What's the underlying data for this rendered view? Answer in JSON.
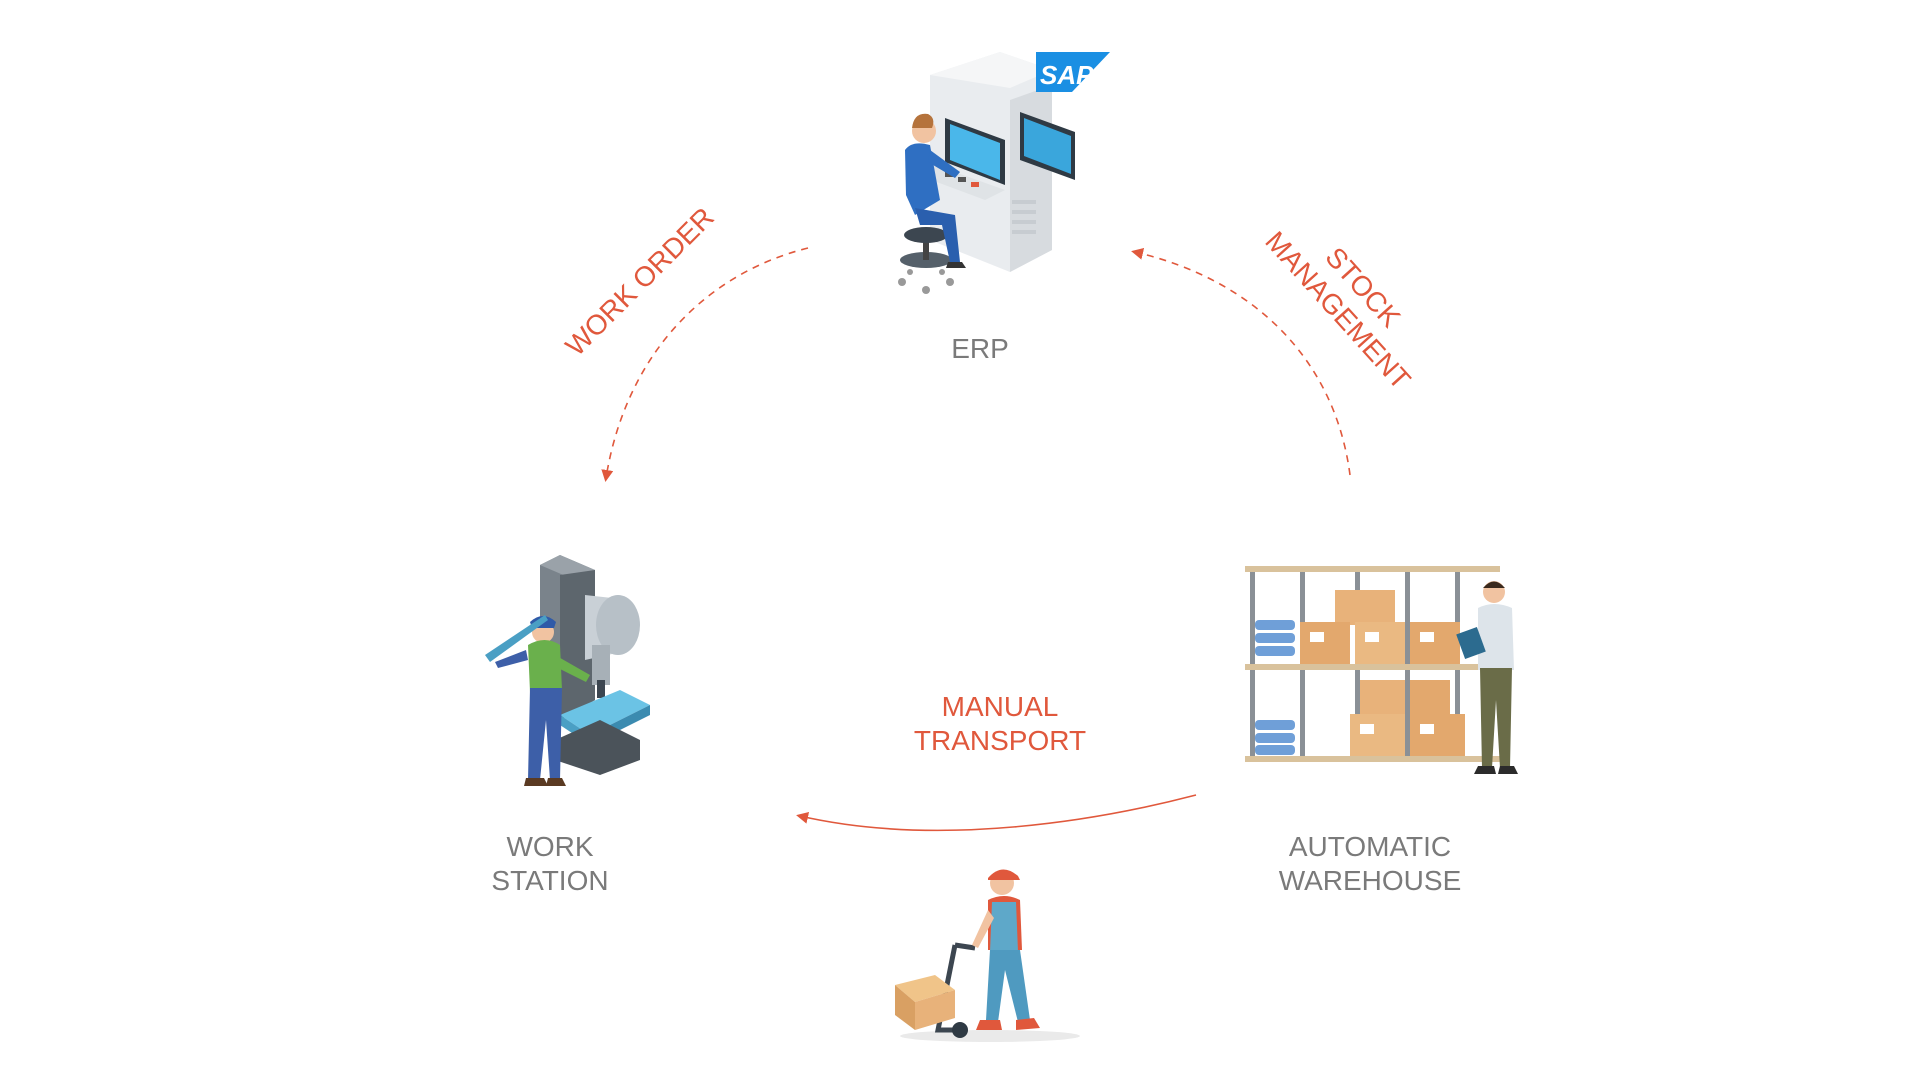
{
  "nodes": {
    "erp": {
      "label": "ERP",
      "logo_text": "SAP"
    },
    "work_station": {
      "line1": "WORK",
      "line2": "STATION"
    },
    "warehouse": {
      "line1": "AUTOMATIC",
      "line2": "WAREHOUSE"
    }
  },
  "edges": {
    "work_order": {
      "label": "WORK ORDER"
    },
    "stock_management": {
      "line1": "STOCK",
      "line2": "MANAGEMENT"
    },
    "manual_transport": {
      "line1": "MANUAL",
      "line2": "TRANSPORT"
    }
  },
  "colors": {
    "accent": "#e0583c",
    "node_text": "#7a7a7a",
    "sap_blue": "#1a8fe3"
  },
  "icons": [
    "erp-operator-icon",
    "sap-logo",
    "work-station-machine-icon",
    "warehouse-shelf-icon",
    "transport-worker-icon"
  ]
}
